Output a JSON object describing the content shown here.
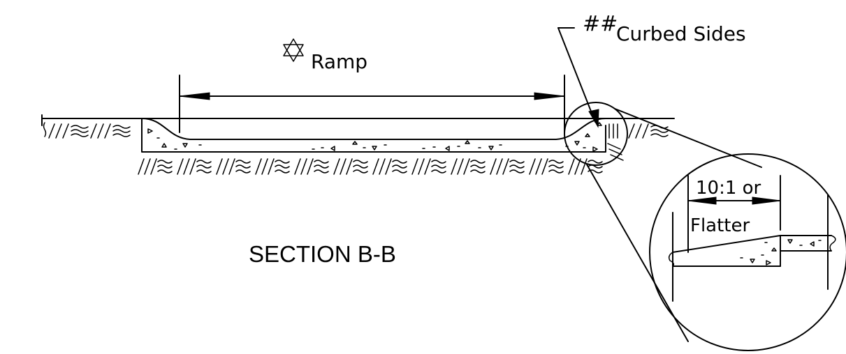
{
  "labels": {
    "ramp": "Ramp",
    "curbed_marker": "##",
    "curbed_sides": "Curbed Sides",
    "section_title": "SECTION B-B",
    "detail_slope_line1": "10:1 or",
    "detail_slope_line2": "Flatter"
  },
  "symbols": {
    "ramp_symbol": "star-of-david-icon"
  },
  "colors": {
    "line": "#000000",
    "background": "#ffffff"
  }
}
